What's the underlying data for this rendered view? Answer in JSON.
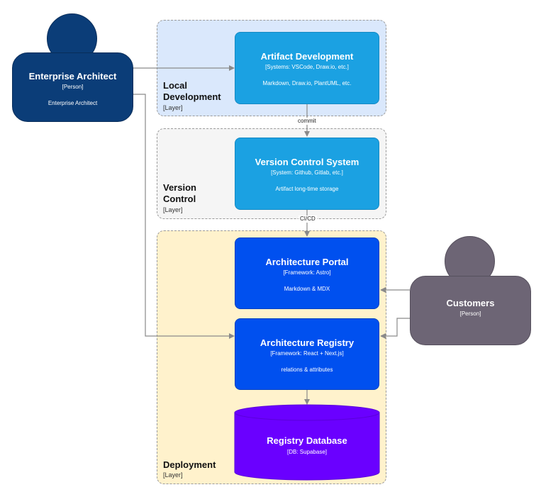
{
  "layers": {
    "local": {
      "name": "Local\nDevelopment",
      "type": "[Layer]"
    },
    "vcs": {
      "name": "Version\nControl",
      "type": "[Layer]"
    },
    "deploy": {
      "name": "Deployment",
      "type": "[Layer]"
    }
  },
  "nodes": {
    "artifact": {
      "title": "Artifact Development",
      "meta": "[Systems: VSCode, Draw.io, etc.]",
      "desc": "Markdown, Draw.io, PlantUML, etc."
    },
    "vcs": {
      "title": "Version Control System",
      "meta": "[System: Github, Gitlab, etc.]",
      "desc": "Artifact long-time storage"
    },
    "portal": {
      "title": "Architecture Portal",
      "meta": "[Framework: Astro]",
      "desc": "Markdown & MDX"
    },
    "registry": {
      "title": "Architecture Registry",
      "meta": "[Framework: React + Next.js]",
      "desc": "relations & attributes"
    },
    "database": {
      "title": "Registry Database",
      "meta": "[DB: Supabase]"
    }
  },
  "persons": {
    "architect": {
      "title": "Enterprise Architect",
      "meta": "[Person]",
      "desc": "Enterprise Architect"
    },
    "customers": {
      "title": "Customers",
      "meta": "[Person]"
    }
  },
  "edges": {
    "commit": "commit",
    "cicd": "CI/CD"
  },
  "colors": {
    "local_layer": "#dae8fc",
    "vcs_layer": "#f5f5f5",
    "deploy_layer": "#fff2cc",
    "system_light": "#1ba1e2",
    "system_dark": "#0050ef",
    "database": "#6a00ff",
    "architect": "#0b3d78",
    "customers": "#6d6575",
    "wire": "#8a8a8a"
  }
}
